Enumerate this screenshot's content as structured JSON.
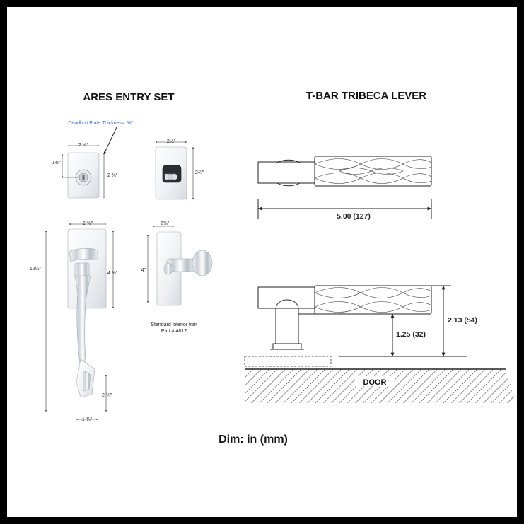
{
  "left_title": "ARES ENTRY SET",
  "right_title": "T-BAR TRIBECA LEVER",
  "deadbolt_note": "Deadbolt Plate Thickness: ⅝\"",
  "dims_left": {
    "deadbolt_width": "2 ½\"",
    "deadbolt_height": "2 ⅜\"",
    "deadbolt_cyl": "1⅜\"",
    "interior_deadbolt_width": "2½\"",
    "interior_deadbolt_height": "2¾\"",
    "grip_plate_width": "2 ⅝\"",
    "grip_plate_height": "4 ⅜\"",
    "overall_height": "12¼\"",
    "bottom_height": "2 ¾\"",
    "bottom_width": "1 ¾\"",
    "trim_width": "2⅝\"",
    "trim_height": "4\""
  },
  "trim_caption_line1": "Standard interior trim",
  "trim_caption_line2": "Part # 4817",
  "dims_right": {
    "length": "5.00 (127)",
    "projection_small": "1.25 (32)",
    "projection_large": "2.13 (54)"
  },
  "door_label": "DOOR",
  "footer": "Dim: in (mm)",
  "colors": {
    "frame": "#000000",
    "note_blue": "#3366cc"
  }
}
